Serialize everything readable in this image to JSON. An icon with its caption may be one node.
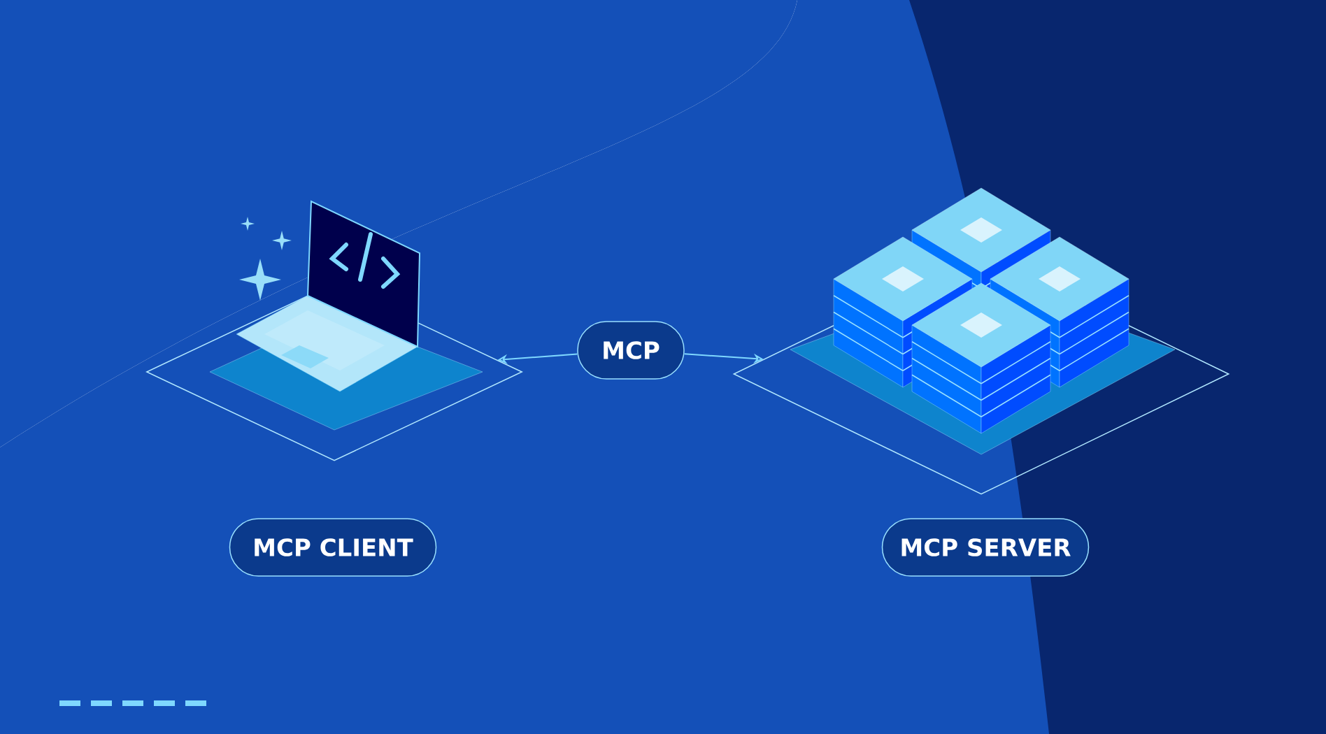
{
  "diagram": {
    "nodes": [
      {
        "text": [],
        "shape": "picture"
      },
      {
        "text": [
          "MCP"
        ]
      },
      {
        "text": [],
        "shape": "picture"
      },
      {
        "text": [
          "MCP CLIENT"
        ]
      },
      {
        "text": [
          "MCP SERVER"
        ]
      }
    ],
    "edges": [
      {
        "from": 1,
        "to": 0,
        "arrow": "to"
      },
      {
        "from": 1,
        "to": 2,
        "arrow": "to"
      }
    ]
  }
}
